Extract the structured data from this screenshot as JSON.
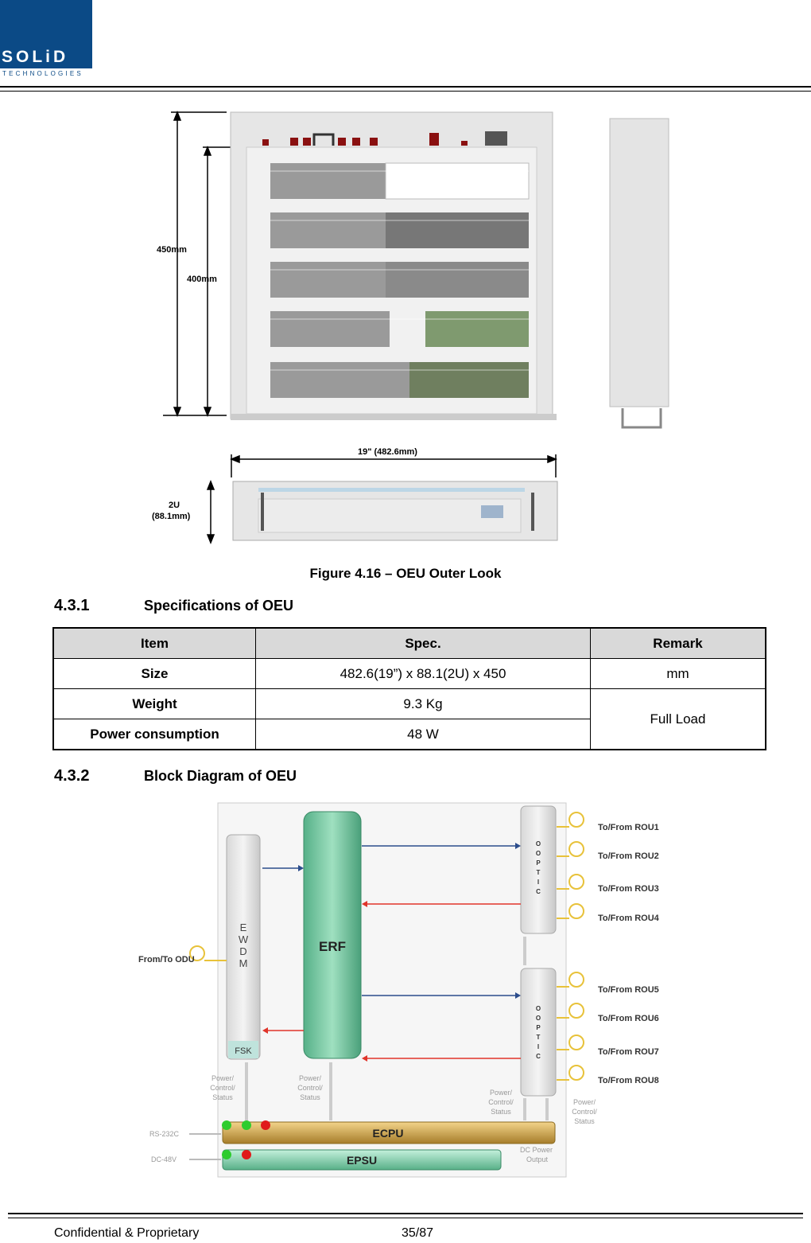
{
  "logo": {
    "name": "SOLiD",
    "sub": "TECHNOLOGIES",
    "color": "#0b4a86"
  },
  "figure1": {
    "dimensions": {
      "height_outer": "450mm",
      "height_inner": "400mm",
      "width": "19\" (482.6mm)",
      "height_rack_1": "2U",
      "height_rack_2": "(88.1mm)"
    },
    "caption": "Figure  4.16  –  OEU Outer Look"
  },
  "section1": {
    "num": "4.3.1",
    "title": "Specifications of OEU"
  },
  "table": {
    "headers": [
      "Item",
      "Spec.",
      "Remark"
    ],
    "rows": [
      {
        "item": "Size",
        "spec": "482.6(19”) x 88.1(2U) x 450",
        "remark": "mm"
      },
      {
        "item": "Weight",
        "spec": "9.3 Kg",
        "remark": "Full Load"
      },
      {
        "item": "Power consumption",
        "spec": "48 W"
      }
    ]
  },
  "section2": {
    "num": "4.3.2",
    "title": "Block Diagram of OEU"
  },
  "diagram": {
    "ewdm": [
      "E",
      "W",
      "D",
      "M"
    ],
    "fsk": "FSK",
    "erf": "ERF",
    "optic_letters": [
      "O",
      "O",
      "P",
      "T",
      "I",
      "C"
    ],
    "from_odu": "From/To ODU",
    "rou_labels": [
      "To/From ROU1",
      "To/From ROU2",
      "To/From ROU3",
      "To/From ROU4",
      "To/From ROU5",
      "To/From ROU6",
      "To/From ROU7",
      "To/From ROU8"
    ],
    "power_lines": [
      "Power/",
      "Control/",
      "Status"
    ],
    "ecpu": "ECPU",
    "epsu": "EPSU",
    "rs232": "RS-232C",
    "dc48": "DC-48V",
    "dc_out_1": "DC Power",
    "dc_out_2": "Output"
  },
  "footer": {
    "left": "Confidential & Proprietary",
    "page": "35/87"
  }
}
